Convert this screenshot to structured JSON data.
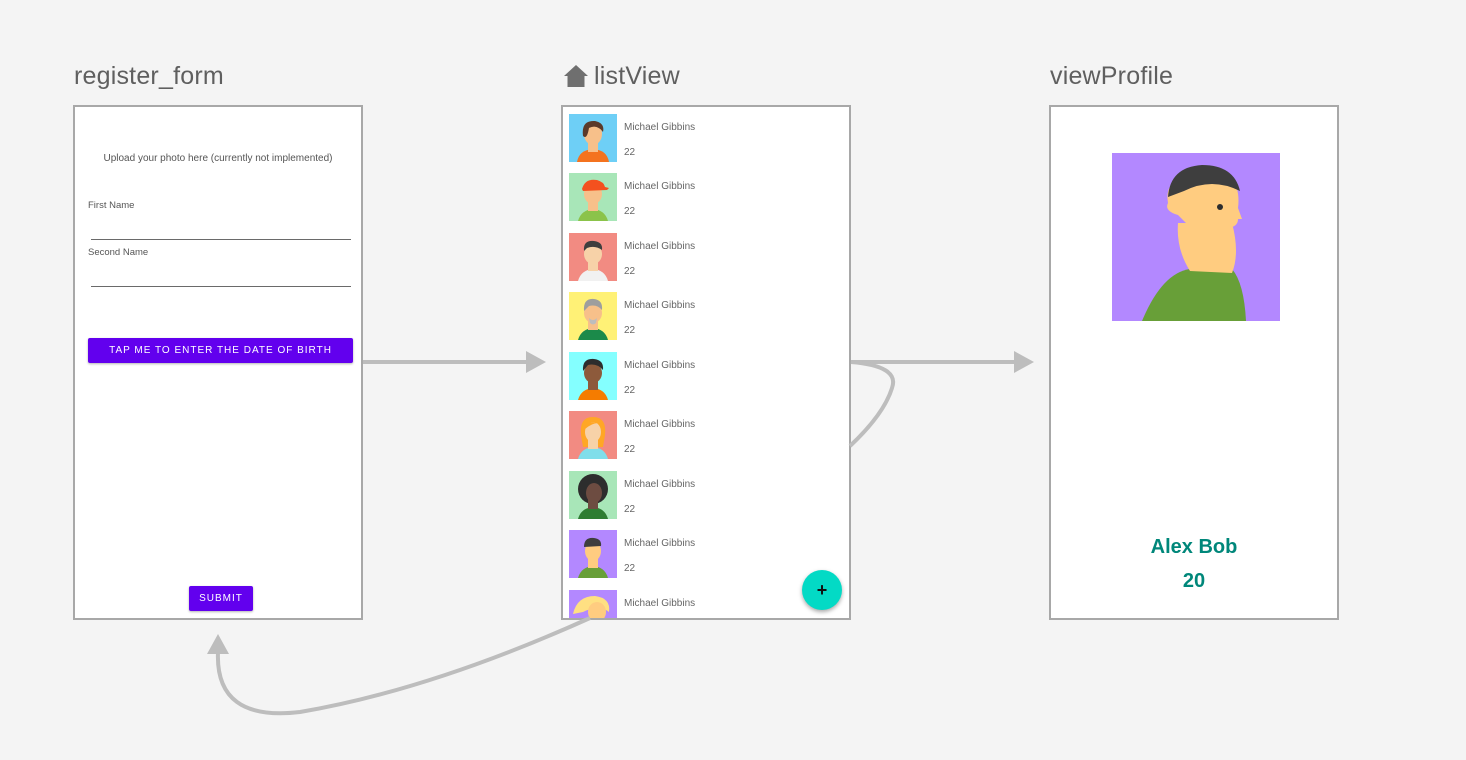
{
  "destinations": {
    "register": {
      "title": "register_form"
    },
    "list": {
      "title": "listView",
      "start_icon": "home-icon"
    },
    "profile": {
      "title": "viewProfile"
    }
  },
  "register_form": {
    "upload_text": "Upload your photo here (currently not implemented)",
    "first_name_label": "First Name",
    "second_name_label": "Second Name",
    "dob_button": "TAP ME TO ENTER THE DATE OF BIRTH",
    "submit_button": "SUBMIT",
    "accent": "#6200ee"
  },
  "list_view": {
    "items": [
      {
        "name": "Michael Gibbins",
        "age": "22",
        "avatar": "avatar-blue-woman"
      },
      {
        "name": "Michael Gibbins",
        "age": "22",
        "avatar": "avatar-green-cap-man"
      },
      {
        "name": "Michael Gibbins",
        "age": "22",
        "avatar": "avatar-red-man"
      },
      {
        "name": "Michael Gibbins",
        "age": "22",
        "avatar": "avatar-yellow-old-man"
      },
      {
        "name": "Michael Gibbins",
        "age": "22",
        "avatar": "avatar-cyan-man"
      },
      {
        "name": "Michael Gibbins",
        "age": "22",
        "avatar": "avatar-red-blonde-woman"
      },
      {
        "name": "Michael Gibbins",
        "age": "22",
        "avatar": "avatar-green-woman"
      },
      {
        "name": "Michael Gibbins",
        "age": "22",
        "avatar": "avatar-purple-man"
      },
      {
        "name": "Michael Gibbins",
        "age": "",
        "avatar": "avatar-purple-blonde"
      }
    ],
    "fab_label": "+",
    "fab_color": "#03dac5"
  },
  "view_profile": {
    "name": "Alex Bob",
    "age": "20",
    "text_color": "#00877a",
    "image": "avatar-large-purple-man"
  }
}
